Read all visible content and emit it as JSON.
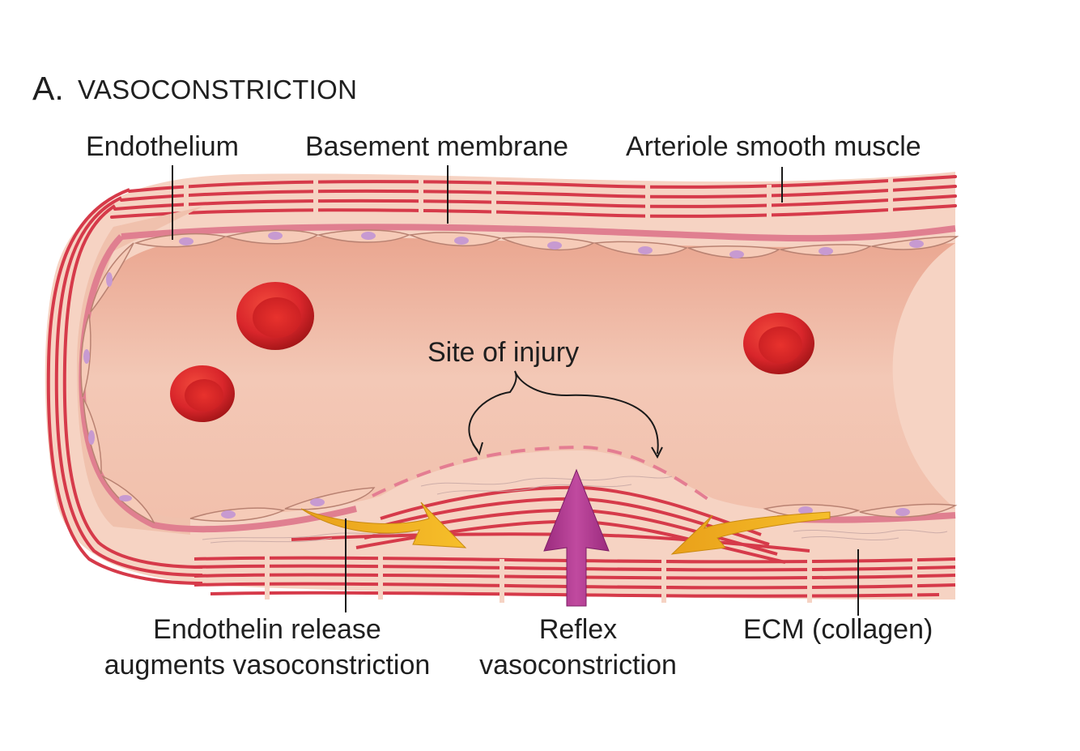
{
  "figure": {
    "panel_letter": "A.",
    "panel_title": "VASOCONSTRICTION",
    "colors": {
      "lumen": "#efb9a4",
      "wall_light": "#f7d7c9",
      "muscle_stripe": "#d63a4a",
      "basement_membrane": "#e07f90",
      "endothelial_cell": "#f6cbb8",
      "nucleus": "#c79ad1",
      "red_blood_cell": "#d9262b",
      "endothelin_arrow": "#f3b21b",
      "reflex_arrow": "#b0358f"
    },
    "labels": {
      "endothelium": "Endothelium",
      "basement_membrane": "Basement membrane",
      "smooth_muscle": "Arteriole smooth muscle",
      "site_of_injury": "Site of injury",
      "endothelin_line1": "Endothelin release",
      "endothelin_line2": "augments vasoconstriction",
      "reflex_line1": "Reflex",
      "reflex_line2": "vasoconstriction",
      "ecm": "ECM (collagen)"
    }
  }
}
